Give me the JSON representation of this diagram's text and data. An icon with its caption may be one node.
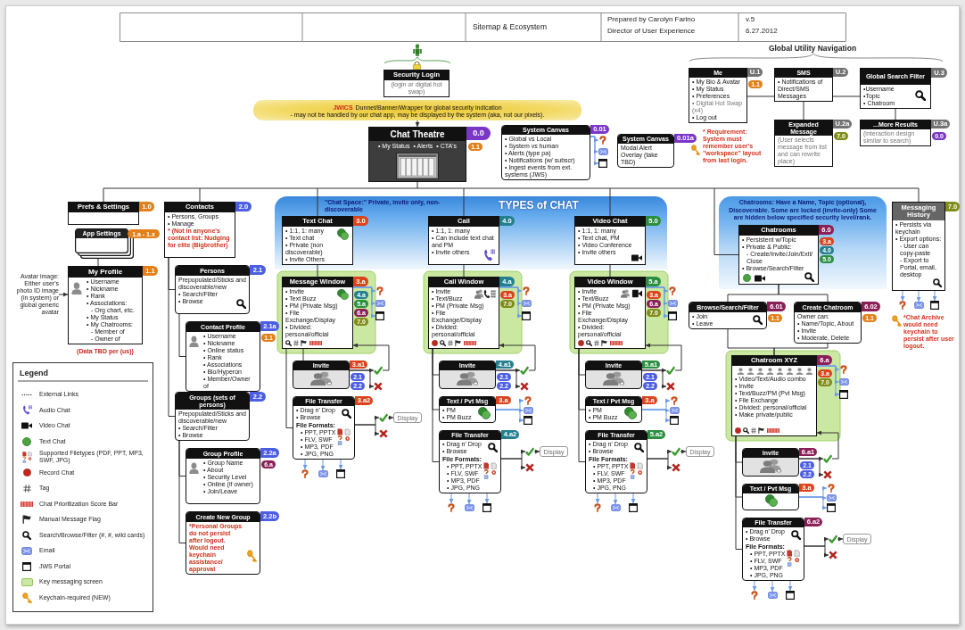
{
  "diagram": {
    "nodes": [
      {
        "text": [
          "Security Login",
          "(login or digital hot swap)"
        ]
      },
      {
        "text": [
          "JWICS",
          "Dunnet/Banner/Wrapper for global security indication",
          "- may not be handled by our chat app, may be displayed by the system (aka, not our pixels)."
        ]
      },
      {
        "text": [
          "Chat Theatre",
          "0.0",
          "• My Status",
          "• Alerts",
          "• CTA's"
        ],
        "beside": [
          "1.1"
        ]
      },
      {
        "text": [
          "System Canvas",
          "0.01",
          "• Global vs Local",
          "• System vs human",
          "• Alerts (type pa)",
          "• Notifications (w/ subscr)",
          "• Ingest events from ext. systems (JWS)"
        ]
      },
      {
        "text": [
          "System Canvas",
          "0.01a",
          "Modal Alert Overlay (take TBD)"
        ]
      },
      {
        "text": [
          "\"Chat Space:\" Private, invite only, non-discoverable",
          "TYPES of CHAT"
        ]
      },
      {
        "text": [
          "Chatrooms: Have a Name, Topic (optional), Discoverable. Some are locked (invite-only) Some are hidden below specified security level/rank."
        ]
      },
      {
        "text": [
          "Prefs & Settings",
          "1.0"
        ]
      },
      {
        "text": [
          "App Settings",
          "1.a - 1.x"
        ]
      },
      {
        "text": [
          "My Profile",
          "1.1",
          "• Username",
          "• Nickname",
          "• Rank",
          "• Associations:",
          "- Org chart, etc.",
          "• My Status",
          "• My Chatrooms:",
          "- Member of",
          "- Owner of"
        ],
        "beside": [
          "(Data TBD per (us))"
        ]
      },
      {
        "text": [
          "Avatar image: Either user's photo ID image (in system) or global generic avatar"
        ]
      },
      {
        "text": [
          "Contacts",
          "2.0",
          "• Persons, Groups",
          "• Manage",
          "* (Not in anyone's contact list: Nudging for elite (Bigbrother)"
        ]
      },
      {
        "text": [
          "Persons",
          "2.1",
          "Prepopulated/Sticks and discoverable/new",
          "• Search/Filter",
          "• Browse"
        ]
      },
      {
        "text": [
          "Contact Profile",
          "2.1a",
          "• Username",
          "• Nickname",
          "• Online status",
          "• Rank",
          "• Associations",
          "• Bio/Hyperon",
          "• Member/Owner of"
        ],
        "beside": [
          "1.1"
        ]
      },
      {
        "text": [
          "Groups (sets of persons)",
          "2.2",
          "Prepopulated/Sticks and discoverable/new",
          "• Search/Filter",
          "• Browse"
        ]
      },
      {
        "text": [
          "Group Profile",
          "2.2a",
          "• Group Name",
          "• About",
          "• Security Level",
          "• Online (if owner)",
          "• Join/Leave"
        ],
        "beside": [
          "6.a"
        ]
      },
      {
        "text": [
          "Create New Group",
          "2.2b",
          "*Personal Groups do not persist after logout. Would need keychain assistance/ approval"
        ]
      },
      {
        "text": [
          "Text Chat",
          "3.0",
          "• 1:1, 1: many",
          "• Text chat",
          "• Private (non discoverable)",
          "• Invite Others"
        ],
        "in": 5
      },
      {
        "text": [
          "Message Window",
          "3.a",
          "• Invite",
          "• Text Buzz",
          "• PM (Private Msg)",
          "• File Exchange/Display",
          "• Divided: personal/official"
        ],
        "beside": [
          "4.a",
          "5.a",
          "6.a",
          "7.0"
        ]
      },
      {
        "text": [
          "Invite",
          "3.a1"
        ],
        "beside": [
          "2.1",
          "2.2"
        ]
      },
      {
        "text": [
          "File Transfer",
          "3.a2",
          "• Drag n' Drop",
          "• Browse",
          "File Formats:",
          "• PPT, PPTX",
          "• FLV, SWF",
          "• MP3, PDF",
          "• JPG, PNG"
        ]
      },
      {
        "text": [
          "Call",
          "4.0",
          "• 1:1, 1: many",
          "• Can include text chat and PM",
          "• Invite others"
        ],
        "in": 5
      },
      {
        "text": [
          "Call Window",
          "4.a",
          "• Invite",
          "• Text/Buzz",
          "• PM (Private Msg)",
          "• File Exchange/Display",
          "• Divided: personal/official"
        ],
        "beside": [
          "3.a",
          "7.0"
        ]
      },
      {
        "text": [
          "Invite",
          "4.a1"
        ],
        "beside": [
          "2.1",
          "2.2"
        ]
      },
      {
        "text": [
          "Text / Pvt Msg",
          "3.a",
          "• PM",
          "• PM Buzz"
        ]
      },
      {
        "text": [
          "File Transfer",
          "4.a2",
          "• Drag n' Drop",
          "• Browse",
          "File Formats:",
          "• PPT, PPTX",
          "• FLV, SWF",
          "• MP3, PDF",
          "• JPG, PNG"
        ]
      },
      {
        "text": [
          "Video Chat",
          "5.0",
          "• 1:1, 1: many",
          "• Text chat, PM",
          "• Video Conference",
          "• Invite others"
        ],
        "in": 5
      },
      {
        "text": [
          "Video Window",
          "5.a",
          "• Invite",
          "• Text/Buzz",
          "• PM (Private Msg)",
          "• File Exchange/Display",
          "• Divided: personal/official"
        ],
        "beside": [
          "3.a",
          "6.a",
          "7.0"
        ]
      },
      {
        "text": [
          "Invite",
          "5.a1"
        ],
        "beside": [
          "2.1",
          "2.2"
        ]
      },
      {
        "text": [
          "Text / Pvt Msg",
          "3.a",
          "• PM",
          "• PM Buzz"
        ]
      },
      {
        "text": [
          "File Transfer",
          "5.a2",
          "• Drag n' Drop",
          "• Browse",
          "File Formats:",
          "• PPT, PPTX",
          "• FLV, SWF",
          "• MP3, PDF",
          "• JPG, PNG"
        ]
      },
      {
        "text": [
          "Chatrooms",
          "6.0",
          "• Persistent w/Topic",
          "• Private & Public:",
          "- Create/Invite/Join/Exit/ Close",
          "• Browse/Search/Filter"
        ],
        "beside": [
          "3.a",
          "4.0",
          "5.0"
        ],
        "in": 6
      },
      {
        "text": [
          "Browse/Search/Filter",
          "6.01",
          "• Join",
          "• Leave"
        ],
        "beside": [
          "1.1"
        ]
      },
      {
        "text": [
          "Create Chatroom",
          "6.02",
          "Owner can:",
          "• Name/Topic, About",
          "• Invite",
          "• Moderate, Delete"
        ],
        "beside": [
          "1.1"
        ]
      },
      {
        "text": [
          "Chatroom XYZ",
          "6.a",
          "• Video/Text/Audio combo",
          "• Invite",
          "• Text/Buzz/PM (Pvt Msg)",
          "• File Exchange",
          "• Divided: personal/official",
          "• Make private/public"
        ],
        "beside": [
          "3.a",
          "7.0"
        ]
      },
      {
        "text": [
          "Invite",
          "6.a1"
        ],
        "beside": [
          "2.1",
          "2.2"
        ]
      },
      {
        "text": [
          "Text / Pvt Msg",
          "3.a"
        ]
      },
      {
        "text": [
          "File Transfer",
          "6.a2",
          "• Drag n' Drop",
          "• Browse",
          "File Formats:",
          "• PPT, PPTX",
          "• FLV, SWF",
          "• MP3, PDF",
          "• JPG, PNG"
        ]
      },
      {
        "text": [
          "Messaging History",
          "7.0",
          "• Persists via keychain",
          "• Export options:",
          "- User can copy-paste",
          "- Export to Portal, email, desktop"
        ]
      },
      {
        "text": [
          "Me",
          "U.1",
          "• My Bio & Avatar",
          "• My Status",
          "• Preferences",
          "• Digital Hot Swap (x4)",
          "• Log out"
        ],
        "beside": [
          "1.1",
          "* Requirement: System must remember user's \"workspace\" layout from last login."
        ]
      },
      {
        "text": [
          "SMS",
          "U.2",
          "• Notifications of Direct/SMS Messages"
        ]
      },
      {
        "text": [
          "Global Search Filter",
          "U.3",
          "•Username",
          "•Topic",
          "• Chatroom"
        ]
      },
      {
        "text": [
          "Expanded Message",
          "U.2a",
          "(User selects message from list and can rewrite place)"
        ],
        "beside": [
          "7.0"
        ]
      },
      {
        "text": [
          "...More Results",
          "U.3a",
          "(interaction design similar to search)"
        ],
        "beside": [
          "0.0"
        ]
      },
      {
        "text": [
          "Display"
        ]
      },
      {
        "text": [
          "Display"
        ]
      },
      {
        "text": [
          "Display"
        ]
      },
      {
        "text": [
          "Display"
        ]
      },
      {
        "text": [],
        "shape": "question"
      },
      {
        "text": [],
        "shape": "envelope"
      },
      {
        "text": [],
        "shape": "window"
      },
      {
        "text": [],
        "shape": "check"
      },
      {
        "text": [],
        "shape": "cross"
      },
      {
        "text": [],
        "shape": "check"
      },
      {
        "text": [],
        "shape": "cross"
      },
      {
        "text": [],
        "shape": "question"
      },
      {
        "text": [],
        "shape": "envelope"
      },
      {
        "text": [],
        "shape": "window"
      },
      {
        "text": [],
        "shape": "question"
      },
      {
        "text": [],
        "shape": "envelope"
      },
      {
        "text": [],
        "shape": "window"
      },
      {
        "text": [],
        "shape": "check"
      },
      {
        "text": [],
        "shape": "cross"
      },
      {
        "text": [],
        "shape": "question"
      },
      {
        "text": [],
        "shape": "envelope"
      },
      {
        "text": [],
        "shape": "window"
      },
      {
        "text": [],
        "shape": "check"
      },
      {
        "text": [],
        "shape": "cross"
      },
      {
        "text": [],
        "shape": "question"
      },
      {
        "text": [],
        "shape": "envelope"
      },
      {
        "text": [],
        "shape": "window"
      },
      {
        "text": [],
        "shape": "question"
      },
      {
        "text": [],
        "shape": "envelope"
      },
      {
        "text": [],
        "shape": "window"
      },
      {
        "text": [],
        "shape": "check"
      },
      {
        "text": [],
        "shape": "cross"
      },
      {
        "text": [],
        "shape": "question"
      },
      {
        "text": [],
        "shape": "envelope"
      },
      {
        "text": [],
        "shape": "window"
      },
      {
        "text": [],
        "shape": "check"
      },
      {
        "text": [],
        "shape": "cross"
      },
      {
        "text": [],
        "shape": "question"
      },
      {
        "text": [],
        "shape": "envelope"
      },
      {
        "text": [],
        "shape": "window"
      },
      {
        "text": [],
        "shape": "question"
      },
      {
        "text": [],
        "shape": "envelope"
      },
      {
        "text": [],
        "shape": "window"
      },
      {
        "text": [],
        "shape": "check"
      },
      {
        "text": [],
        "shape": "cross"
      },
      {
        "text": [],
        "shape": "question"
      },
      {
        "text": [],
        "shape": "envelope"
      },
      {
        "text": [],
        "shape": "window"
      },
      {
        "text": [],
        "shape": "check"
      },
      {
        "text": [],
        "shape": "cross"
      },
      {
        "text": [],
        "shape": "question"
      },
      {
        "text": [],
        "shape": "envelope"
      },
      {
        "text": [],
        "shape": "window"
      },
      {
        "text": [],
        "shape": "question"
      },
      {
        "text": [],
        "shape": "envelope"
      },
      {
        "text": [],
        "shape": "window"
      },
      {
        "text": [],
        "shape": "question"
      },
      {
        "text": [],
        "shape": "envelope"
      },
      {
        "text": [],
        "shape": "window"
      }
    ],
    "edges": [
      {
        "from": 1,
        "to": 2,
        "arrow": "to"
      },
      {
        "from": 2,
        "to": 7,
        "arrow": "none"
      },
      {
        "from": 2,
        "to": 11,
        "arrow": "none"
      },
      {
        "from": 2,
        "to": 17,
        "arrow": "none"
      },
      {
        "from": 2,
        "to": 21,
        "arrow": "none"
      },
      {
        "from": 2,
        "to": 26,
        "arrow": "none"
      },
      {
        "from": 2,
        "to": 31,
        "arrow": "none"
      },
      {
        "from": 2,
        "to": 38,
        "arrow": "none"
      },
      {
        "from": 8,
        "to": 9,
        "arrow": "none"
      },
      {
        "from": 10,
        "to": 9,
        "arrow": "to"
      },
      {
        "from": 11,
        "to": 12,
        "arrow": "none"
      },
      {
        "from": 12,
        "to": 13,
        "arrow": "none"
      },
      {
        "from": 11,
        "to": 14,
        "arrow": "none"
      },
      {
        "from": 14,
        "to": 15,
        "arrow": "none"
      },
      {
        "from": 14,
        "to": 16,
        "arrow": "none"
      },
      {
        "from": 17,
        "to": 18,
        "arrow": "none"
      },
      {
        "from": 18,
        "to": 19,
        "arrow": "none"
      },
      {
        "from": 18,
        "to": 20,
        "arrow": "none"
      },
      {
        "from": 18,
        "to": 48,
        "arrow": "to",
        "color": "#6b9be8"
      },
      {
        "from": 18,
        "to": 49,
        "arrow": "to",
        "color": "#6b9be8"
      },
      {
        "from": 18,
        "to": 50,
        "arrow": "to",
        "color": "#6b9be8"
      },
      {
        "from": 19,
        "to": 51,
        "arrow": "to"
      },
      {
        "from": 19,
        "to": 52,
        "arrow": "to"
      },
      {
        "from": 51,
        "to": 18,
        "arrow": "to"
      },
      {
        "from": 20,
        "to": 53,
        "arrow": "to"
      },
      {
        "from": 20,
        "to": 54,
        "arrow": "to"
      },
      {
        "from": 53,
        "to": 44,
        "arrow": "to"
      },
      {
        "from": 20,
        "to": 55,
        "arrow": "to",
        "color": "#6b9be8"
      },
      {
        "from": 20,
        "to": 56,
        "arrow": "to",
        "color": "#6b9be8"
      },
      {
        "from": 20,
        "to": 57,
        "arrow": "to",
        "color": "#6b9be8"
      },
      {
        "from": 21,
        "to": 22,
        "arrow": "none"
      },
      {
        "from": 22,
        "to": 23,
        "arrow": "none"
      },
      {
        "from": 22,
        "to": 24,
        "arrow": "none"
      },
      {
        "from": 22,
        "to": 25,
        "arrow": "none"
      },
      {
        "from": 22,
        "to": 58,
        "arrow": "to",
        "color": "#6b9be8"
      },
      {
        "from": 22,
        "to": 59,
        "arrow": "to",
        "color": "#6b9be8"
      },
      {
        "from": 22,
        "to": 60,
        "arrow": "to",
        "color": "#6b9be8"
      },
      {
        "from": 23,
        "to": 61,
        "arrow": "to"
      },
      {
        "from": 23,
        "to": 62,
        "arrow": "to"
      },
      {
        "from": 61,
        "to": 22,
        "arrow": "to"
      },
      {
        "from": 24,
        "to": 63,
        "arrow": "to",
        "color": "#6b9be8"
      },
      {
        "from": 24,
        "to": 64,
        "arrow": "to",
        "color": "#6b9be8"
      },
      {
        "from": 24,
        "to": 65,
        "arrow": "to",
        "color": "#6b9be8"
      },
      {
        "from": 25,
        "to": 66,
        "arrow": "to"
      },
      {
        "from": 25,
        "to": 67,
        "arrow": "to"
      },
      {
        "from": 66,
        "to": 45,
        "arrow": "to"
      },
      {
        "from": 25,
        "to": 68,
        "arrow": "to",
        "color": "#6b9be8"
      },
      {
        "from": 25,
        "to": 69,
        "arrow": "to",
        "color": "#6b9be8"
      },
      {
        "from": 25,
        "to": 70,
        "arrow": "to",
        "color": "#6b9be8"
      },
      {
        "from": 26,
        "to": 27,
        "arrow": "none"
      },
      {
        "from": 27,
        "to": 28,
        "arrow": "none"
      },
      {
        "from": 27,
        "to": 29,
        "arrow": "none"
      },
      {
        "from": 27,
        "to": 30,
        "arrow": "none"
      },
      {
        "from": 27,
        "to": 71,
        "arrow": "to",
        "color": "#6b9be8"
      },
      {
        "from": 27,
        "to": 72,
        "arrow": "to",
        "color": "#6b9be8"
      },
      {
        "from": 27,
        "to": 73,
        "arrow": "to",
        "color": "#6b9be8"
      },
      {
        "from": 28,
        "to": 74,
        "arrow": "to"
      },
      {
        "from": 28,
        "to": 75,
        "arrow": "to"
      },
      {
        "from": 74,
        "to": 27,
        "arrow": "to"
      },
      {
        "from": 29,
        "to": 76,
        "arrow": "to",
        "color": "#6b9be8"
      },
      {
        "from": 29,
        "to": 77,
        "arrow": "to",
        "color": "#6b9be8"
      },
      {
        "from": 29,
        "to": 78,
        "arrow": "to",
        "color": "#6b9be8"
      },
      {
        "from": 30,
        "to": 79,
        "arrow": "to"
      },
      {
        "from": 30,
        "to": 80,
        "arrow": "to"
      },
      {
        "from": 79,
        "to": 46,
        "arrow": "to"
      },
      {
        "from": 30,
        "to": 81,
        "arrow": "to",
        "color": "#6b9be8"
      },
      {
        "from": 30,
        "to": 82,
        "arrow": "to",
        "color": "#6b9be8"
      },
      {
        "from": 30,
        "to": 83,
        "arrow": "to",
        "color": "#6b9be8"
      },
      {
        "from": 31,
        "to": 32,
        "arrow": "none"
      },
      {
        "from": 31,
        "to": 33,
        "arrow": "none"
      },
      {
        "from": 32,
        "to": 34,
        "arrow": "none"
      },
      {
        "from": 33,
        "to": 34,
        "arrow": "none"
      },
      {
        "from": 34,
        "to": 35,
        "arrow": "none"
      },
      {
        "from": 34,
        "to": 36,
        "arrow": "none"
      },
      {
        "from": 34,
        "to": 37,
        "arrow": "none"
      },
      {
        "from": 34,
        "to": 84,
        "arrow": "to",
        "color": "#6b9be8"
      },
      {
        "from": 34,
        "to": 85,
        "arrow": "to",
        "color": "#6b9be8"
      },
      {
        "from": 34,
        "to": 86,
        "arrow": "to",
        "color": "#6b9be8"
      },
      {
        "from": 35,
        "to": 87,
        "arrow": "to"
      },
      {
        "from": 35,
        "to": 88,
        "arrow": "to"
      },
      {
        "from": 87,
        "to": 34,
        "arrow": "to"
      },
      {
        "from": 36,
        "to": 89,
        "arrow": "to",
        "color": "#6b9be8"
      },
      {
        "from": 36,
        "to": 90,
        "arrow": "to",
        "color": "#6b9be8"
      },
      {
        "from": 36,
        "to": 91,
        "arrow": "to",
        "color": "#6b9be8"
      },
      {
        "from": 37,
        "to": 92,
        "arrow": "to"
      },
      {
        "from": 37,
        "to": 93,
        "arrow": "to"
      },
      {
        "from": 92,
        "to": 47,
        "arrow": "to"
      },
      {
        "from": 37,
        "to": 94,
        "arrow": "to",
        "color": "#6b9be8"
      },
      {
        "from": 37,
        "to": 95,
        "arrow": "to",
        "color": "#6b9be8"
      },
      {
        "from": 37,
        "to": 96,
        "arrow": "to",
        "color": "#6b9be8"
      },
      {
        "from": 3,
        "to": 97,
        "arrow": "to",
        "color": "#6b9be8"
      },
      {
        "from": 3,
        "to": 98,
        "arrow": "to",
        "color": "#6b9be8"
      },
      {
        "from": 3,
        "to": 99,
        "arrow": "to",
        "color": "#6b9be8"
      },
      {
        "from": 38,
        "to": 100,
        "arrow": "to",
        "color": "#6b9be8"
      },
      {
        "from": 38,
        "to": 101,
        "arrow": "to",
        "color": "#6b9be8"
      },
      {
        "from": 38,
        "to": 102,
        "arrow": "to",
        "color": "#6b9be8"
      },
      {
        "from": 39,
        "to": 40,
        "arrow": "none"
      },
      {
        "from": 40,
        "to": 41,
        "arrow": "none"
      },
      {
        "from": 40,
        "to": 42,
        "arrow": "none"
      },
      {
        "from": 41,
        "to": 43,
        "arrow": "none"
      }
    ],
    "labels": [
      "Sitemap & Ecosystem",
      "Prepared by Carolyn Farino",
      "Director of User Experience",
      "v.5",
      "6.27.2012",
      "Global Utility Navigation",
      "*Chat Archive would need keychain to persist after user logout.",
      "Legend"
    ],
    "legend": [
      {
        "text": "External Links"
      },
      {
        "text": "Audio Chat"
      },
      {
        "text": "Video Chat"
      },
      {
        "text": "Text Chat"
      },
      {
        "text": "Supported Filetypes (PDF, PPT, MP3, SWF, JPG)"
      },
      {
        "text": "Record Chat"
      },
      {
        "text": "Tag"
      },
      {
        "text": "Chat Prioritization Score Bar"
      },
      {
        "text": "Manual Message Flag"
      },
      {
        "text": "Search/Browse/Filter (#, #, wild cards)"
      },
      {
        "text": "Email"
      },
      {
        "text": "JWS Portal"
      },
      {
        "text": "Key messaging screen",
        "color": "#cbe8a2"
      },
      {
        "text": "Keychain-required (NEW)"
      }
    ]
  }
}
